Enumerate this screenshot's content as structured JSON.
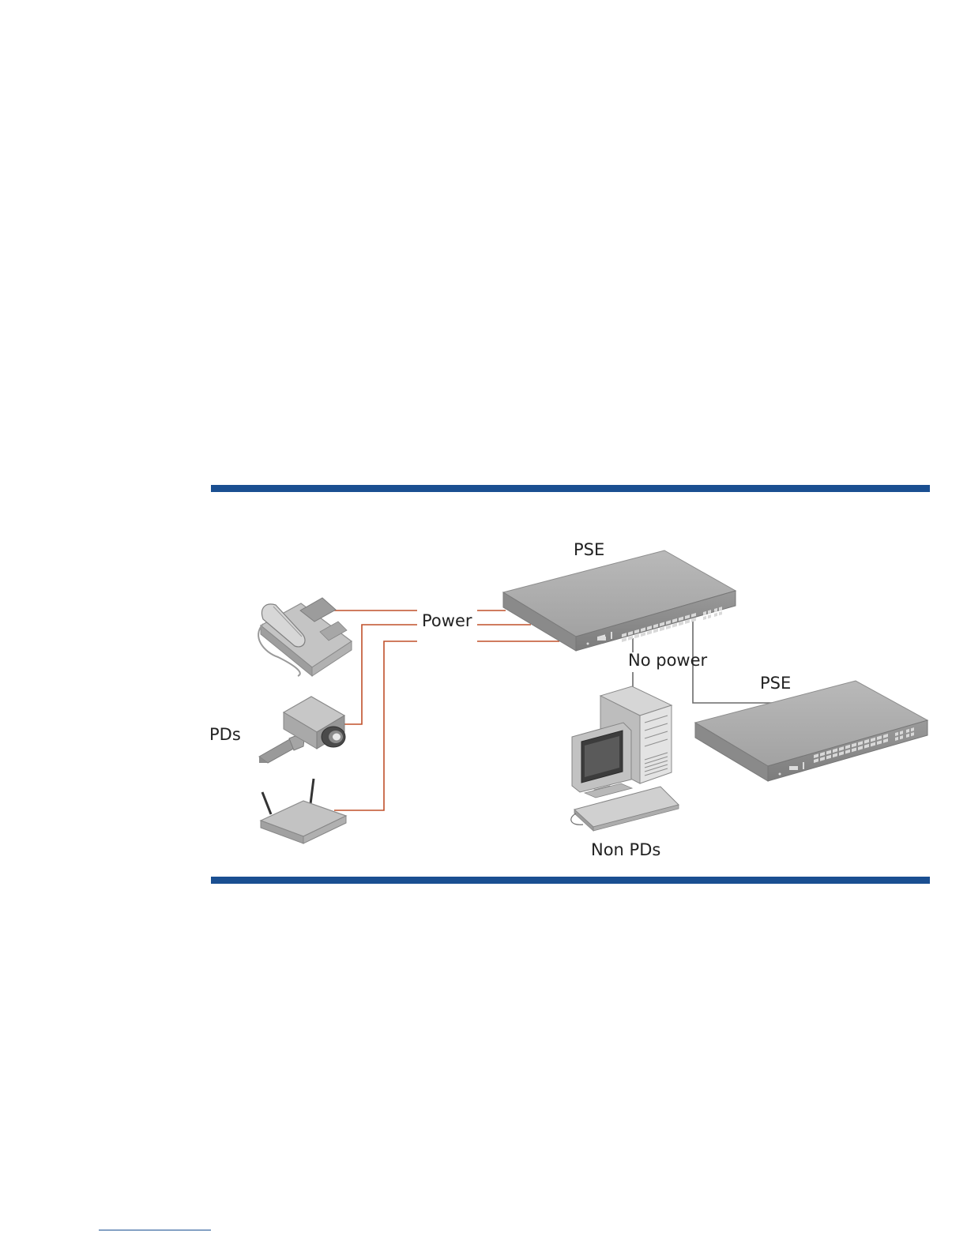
{
  "figure": {
    "labels": {
      "pse_main": "PSE",
      "pse_secondary": "PSE",
      "power": "Power",
      "no_power": "No power",
      "pds": "PDs",
      "non_pds": "Non PDs"
    },
    "colors": {
      "rule": "#1a4f91",
      "power_line": "#c0502a",
      "no_power_line": "#6a6a6a",
      "device_gray": "#a9a9a9"
    },
    "devices": {
      "powered": [
        "ip-phone-icon",
        "security-camera-icon",
        "wireless-access-point-icon"
      ],
      "unpowered": [
        "desktop-computer-icon"
      ],
      "switches": [
        "pse-switch-icon",
        "pse-switch-icon"
      ]
    }
  }
}
